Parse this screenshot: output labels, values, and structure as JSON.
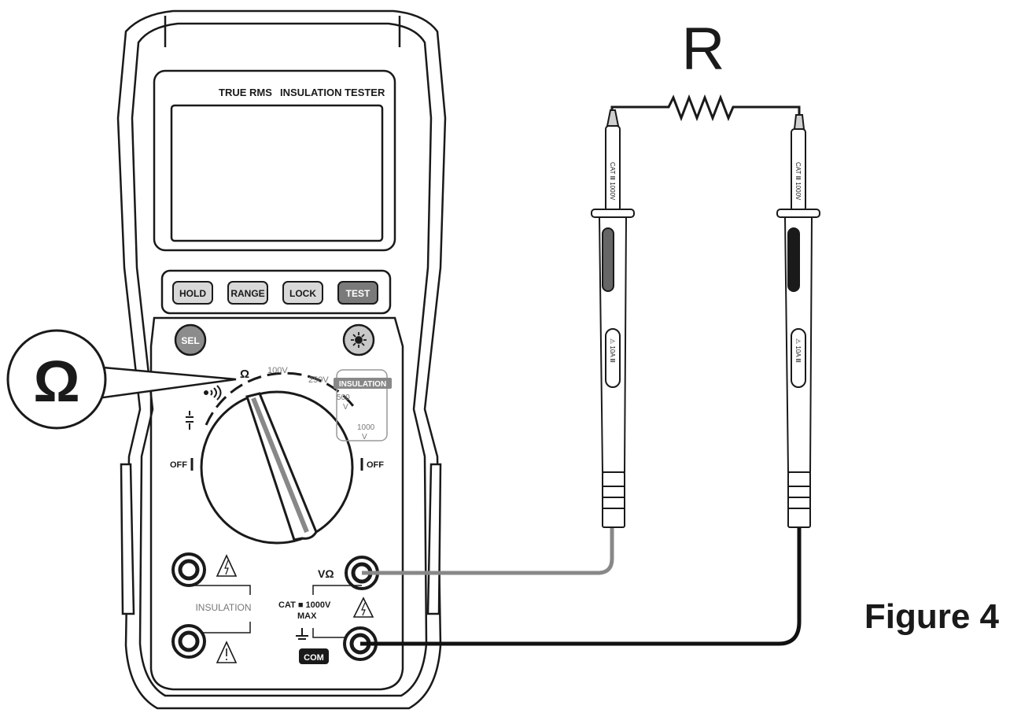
{
  "figure": {
    "caption": "Figure 4",
    "resistor_label": "R",
    "callout_symbol": "Ω"
  },
  "meter": {
    "brand_text_1": "TRUE RMS",
    "brand_text_2": "INSULATION TESTER",
    "buttons": [
      "HOLD",
      "RANGE",
      "LOCK",
      "TEST"
    ],
    "sel_label": "SEL",
    "backlight_icon": "sun-icon",
    "dial": {
      "ohm_label": "Ω",
      "continuity_icon": "sound-icon",
      "capacitance_icon": "capacitor-icon",
      "off_left": "OFF",
      "off_right": "OFF",
      "range_100": "100V",
      "range_250": "250V",
      "range_500_num": "500",
      "range_500_unit": "V",
      "range_1000_num": "1000",
      "range_1000_unit": "V",
      "insulation_tag": "INSULATION"
    },
    "jacks": {
      "insulation_label": "INSULATION",
      "vohm_label": "VΩ",
      "com_label": "COM",
      "cat_line1": "CAT ■ 1000V",
      "cat_line2": "MAX"
    }
  },
  "probes": {
    "left_probe_rating": "CAT Ⅲ 1000V",
    "right_probe_rating": "CAT Ⅲ 1000V",
    "left_probe_badge": "⚠ 10A Ⅲ",
    "right_probe_badge": "⚠ 10A Ⅲ"
  },
  "colors": {
    "red_lead": "#888888",
    "black_lead": "#111111",
    "outline": "#1a1a1a"
  }
}
